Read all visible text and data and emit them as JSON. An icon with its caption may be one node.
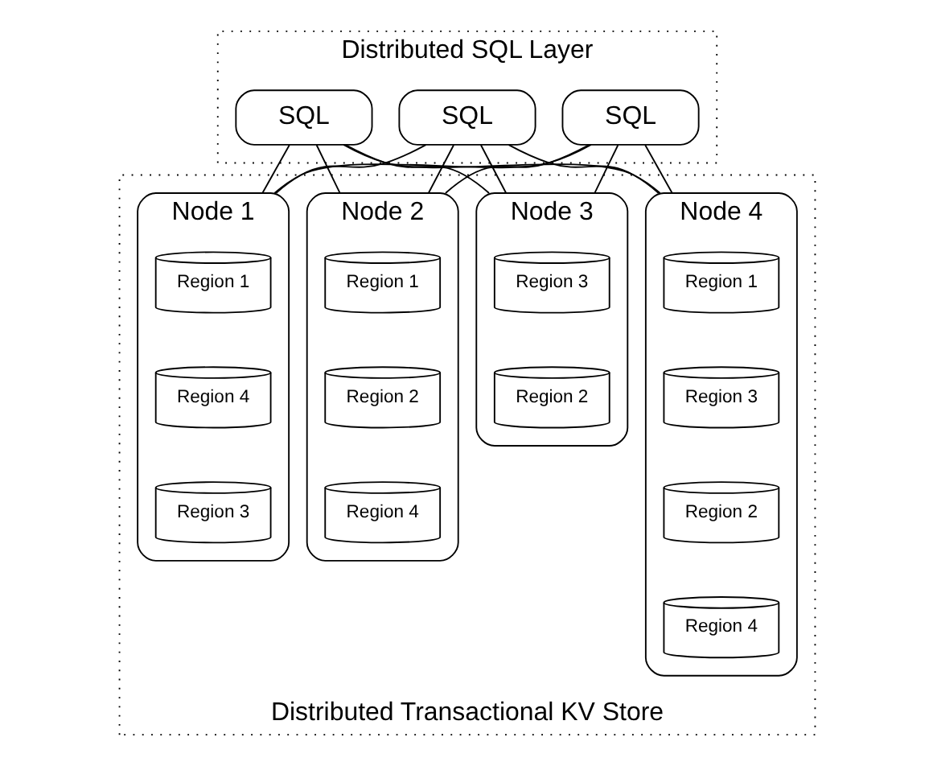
{
  "diagram": {
    "nodes": [
      {
        "text": [
          "Distributed SQL Layer"
        ]
      },
      {
        "text": [
          "SQL"
        ],
        "in": 0
      },
      {
        "text": [
          "SQL"
        ],
        "in": 0
      },
      {
        "text": [
          "SQL"
        ],
        "in": 0
      },
      {
        "text": [
          "Distributed Transactional KV Store"
        ]
      },
      {
        "text": [
          "Node 1"
        ],
        "in": 4
      },
      {
        "text": [
          "Region 1"
        ],
        "in": 5
      },
      {
        "text": [
          "Region 4"
        ],
        "in": 5
      },
      {
        "text": [
          "Region 3"
        ],
        "in": 5
      },
      {
        "text": [
          "Node 2"
        ],
        "in": 4
      },
      {
        "text": [
          "Region 1"
        ],
        "in": 9
      },
      {
        "text": [
          "Region 2"
        ],
        "in": 9
      },
      {
        "text": [
          "Region 4"
        ],
        "in": 9
      },
      {
        "text": [
          "Node 3"
        ],
        "in": 4
      },
      {
        "text": [
          "Region 3"
        ],
        "in": 13
      },
      {
        "text": [
          "Region 2"
        ],
        "in": 13
      },
      {
        "text": [
          "Node 4"
        ],
        "in": 4
      },
      {
        "text": [
          "Region 1"
        ],
        "in": 16
      },
      {
        "text": [
          "Region 3"
        ],
        "in": 16
      },
      {
        "text": [
          "Region 2"
        ],
        "in": 16
      },
      {
        "text": [
          "Region 4"
        ],
        "in": 16
      }
    ],
    "edges": [
      {
        "from": 1,
        "to": 5,
        "arrow": "none"
      },
      {
        "from": 1,
        "to": 9,
        "arrow": "none"
      },
      {
        "from": 1,
        "to": 13,
        "arrow": "none"
      },
      {
        "from": 1,
        "to": 16,
        "arrow": "none"
      },
      {
        "from": 2,
        "to": 5,
        "arrow": "none"
      },
      {
        "from": 2,
        "to": 9,
        "arrow": "none"
      },
      {
        "from": 2,
        "to": 13,
        "arrow": "none"
      },
      {
        "from": 2,
        "to": 16,
        "arrow": "none"
      },
      {
        "from": 3,
        "to": 5,
        "arrow": "none"
      },
      {
        "from": 3,
        "to": 9,
        "arrow": "none"
      },
      {
        "from": 3,
        "to": 13,
        "arrow": "none"
      },
      {
        "from": 3,
        "to": 16,
        "arrow": "none"
      }
    ]
  }
}
